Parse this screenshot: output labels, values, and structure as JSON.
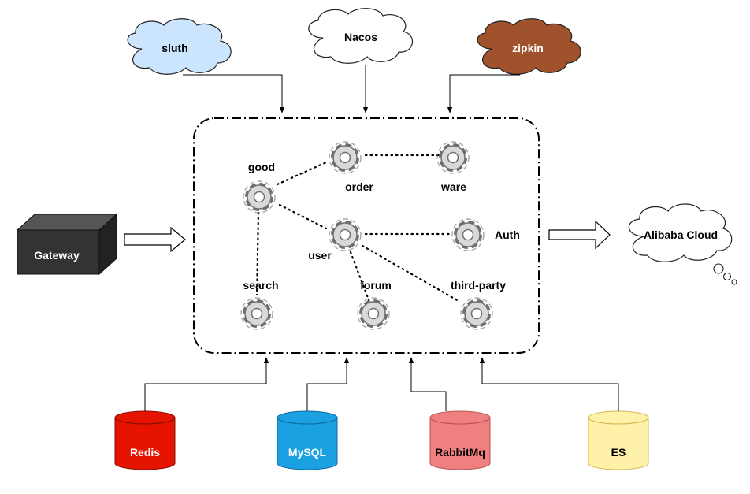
{
  "clouds": {
    "sluth": {
      "label": "sluth",
      "fill": "#cce5ff"
    },
    "nacos": {
      "label": "Nacos",
      "fill": "#ffffff"
    },
    "zipkin": {
      "label": "zipkin",
      "fill": "#a0522d",
      "text_color": "#ffffff"
    }
  },
  "gateway": {
    "label": "Gateway",
    "fill": "#333333",
    "text_color": "#ffffff"
  },
  "alibaba_cloud": {
    "label": "Alibaba Cloud"
  },
  "services": {
    "good": "good",
    "order": "order",
    "ware": "ware",
    "user": "user",
    "auth": "Auth",
    "search": "search",
    "forum": "forum",
    "third_party": "third-party"
  },
  "databases": {
    "redis": {
      "label": "Redis",
      "fill": "#e51400",
      "text_color": "#ffffff"
    },
    "mysql": {
      "label": "MySQL",
      "fill": "#1ba1e2",
      "text_color": "#ffffff"
    },
    "rabbitmq": {
      "label": "RabbitMq",
      "fill": "#f08080",
      "text_color": "#000000"
    },
    "es": {
      "label": "ES",
      "fill": "#fff2a8",
      "text_color": "#000000"
    }
  }
}
